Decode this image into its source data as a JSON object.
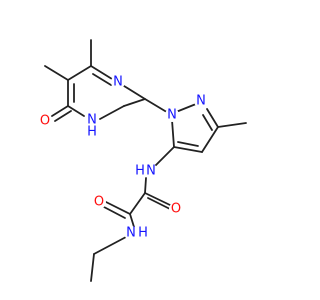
{
  "colors": {
    "bond": "#222222",
    "nitrogen": "#1414ff",
    "oxygen": "#ff0d0d",
    "background": "#ffffff"
  },
  "atoms": {
    "pyrimidine_n3": "N",
    "pyrimidine_n1": "N",
    "pyrimidine_h": "H",
    "pyrimidine_o": "O",
    "pyrazole_n1": "N",
    "pyrazole_n2": "N",
    "amide_n1": "N",
    "amide_h1": "H",
    "oxalyl_o1": "O",
    "oxalyl_o2": "O",
    "amide_n2": "N",
    "amide_h2": "H"
  }
}
